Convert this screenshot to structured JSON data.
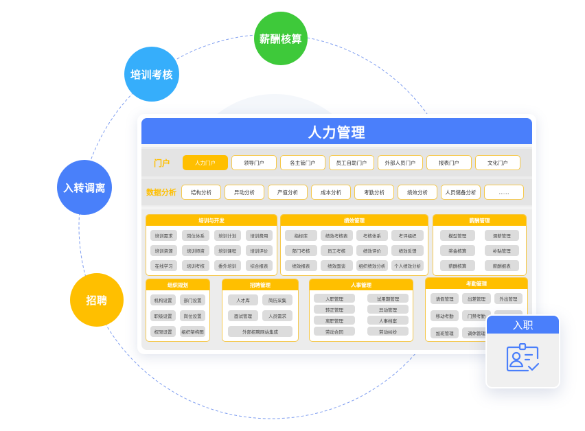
{
  "orbit_nodes": {
    "salary": "薪酬核算",
    "training": "培训考核",
    "transfer": "入转调离",
    "recruit": "招聘"
  },
  "colors": {
    "primary_blue": "#4a7ffb",
    "accent_yellow": "#ffbf00",
    "green": "#3ec93a",
    "light_blue": "#36aefb"
  },
  "panel": {
    "title": "人力管理",
    "portal": {
      "label": "门户",
      "items": [
        "人力门户",
        "领导门户",
        "各主管门户",
        "员工自助门户",
        "外部人员门户",
        "报表门户",
        "文化门户"
      ],
      "active_index": 0
    },
    "analysis": {
      "label": "数据分析",
      "items": [
        "结构分析",
        "异动分析",
        "产值分析",
        "成本分析",
        "考勤分析",
        "绩效分析",
        "人员储备分析",
        "……"
      ]
    },
    "modules": {
      "training": {
        "title": "培训与开发",
        "items": [
          "培训需求",
          "岗位体系",
          "培训计划",
          "培训费用",
          "培训资源",
          "培训师资",
          "培训课程",
          "培训评价",
          "在线学习",
          "培训考核",
          "委外培训",
          "综合报表"
        ]
      },
      "performance": {
        "title": "绩效管理",
        "items": [
          "指标库",
          "绩效考核表",
          "考核体系",
          "考评组织",
          "部门考核",
          "员工考核",
          "绩效评价",
          "绩效反馈",
          "绩效报表",
          "绩效面谈",
          "组织绩效分析",
          "个人绩效分析"
        ]
      },
      "salary": {
        "title": "薪酬管理",
        "items": [
          "模型管理",
          "调薪管理",
          "奖金核算",
          "补贴管理",
          "薪酬核算",
          "薪酬报表"
        ]
      },
      "org": {
        "title": "组织规划",
        "items": [
          "机构设置",
          "部门设置",
          "职级设置",
          "岗位设置",
          "权限设置",
          "组织架构图"
        ]
      },
      "recruit": {
        "title": "招聘管理",
        "items": [
          "人才库",
          "简历采集",
          "面试管理",
          "人员需求",
          "外部招聘网站集成"
        ]
      },
      "hr": {
        "title": "人事管理",
        "items": [
          "入职管理",
          "试用期管理",
          "转正管理",
          "异动管理",
          "离职管理",
          "人事档案",
          "劳动合同",
          "劳动纠纷"
        ]
      },
      "attendance": {
        "title": "考勤管理",
        "items": [
          "请假管理",
          "出差管理",
          "外出管理",
          "移动考勤",
          "门禁考勤",
          "",
          "加班管理",
          "调休管理",
          ""
        ]
      }
    }
  },
  "onboard_card": {
    "title": "入职",
    "icon": "id-badge-check-icon"
  }
}
